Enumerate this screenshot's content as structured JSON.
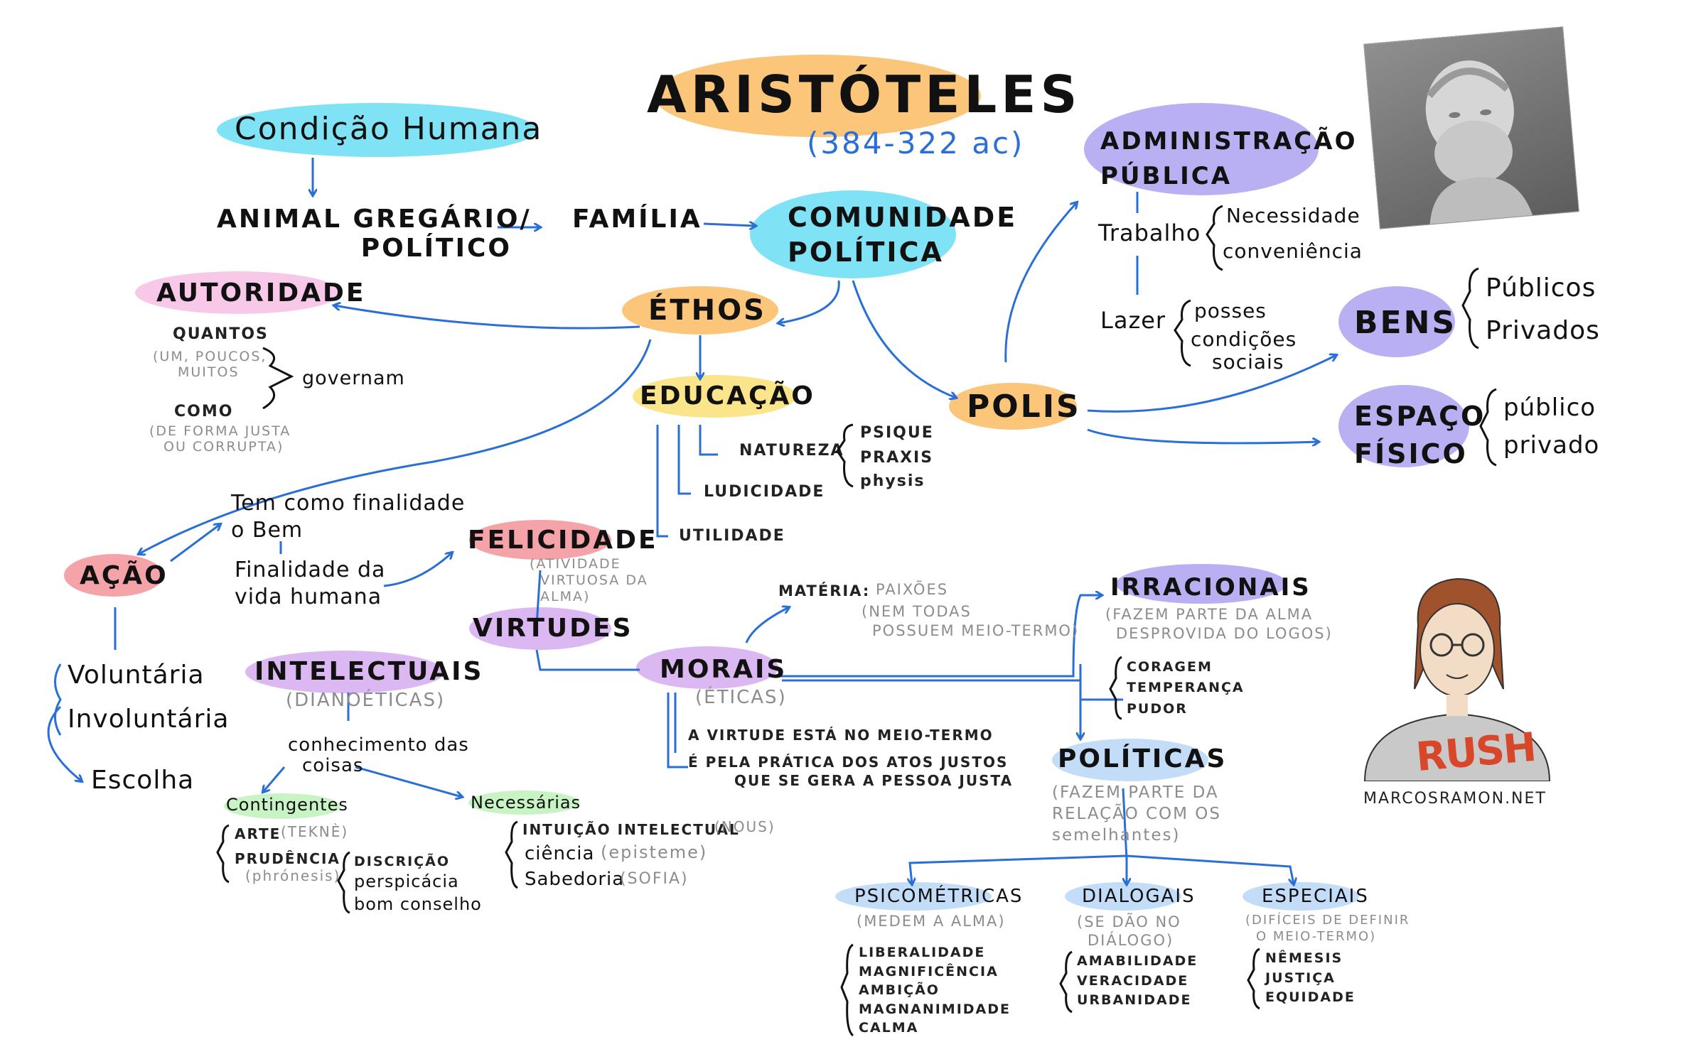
{
  "title": "ARISTÓTELES",
  "dates": "(384-322 ac)",
  "condicao": "Condição Humana",
  "animal_line1": "ANIMAL GREGÁRIO/",
  "animal_line2": "POLÍTICO",
  "familia": "FAMÍLIA",
  "comunidade_line1": "COMUNIDADE",
  "comunidade_line2": "POLÍTICA",
  "ethos": "ÉTHOS",
  "autoridade": {
    "label": "AUTORIDADE",
    "quantos": "QUANTOS",
    "quantos_note1": "(UM, POUCOS,",
    "quantos_note2": "MUITOS",
    "governam": "governam",
    "como": "COMO",
    "como_note1": "(DE FORMA JUSTA",
    "como_note2": "OU CORRUPTA)"
  },
  "educacao": {
    "label": "EDUCAÇÃO",
    "natureza": "NATUREZA",
    "psique": "PSIQUE",
    "praxis": "PRAXIS",
    "physis": "physis",
    "ludicidade": "LUDICIDADE",
    "utilidade": "UTILIDADE"
  },
  "polis": "POLIS",
  "administracao": {
    "line1": "ADMINISTRAÇÃO",
    "line2": "PÚBLICA",
    "trabalho": "Trabalho",
    "necessidade": "Necessidade",
    "conveniencia": "conveniência",
    "lazer": "Lazer",
    "posses": "posses",
    "condicoes": "condições",
    "sociais": "sociais"
  },
  "bens": {
    "label": "BENS",
    "publicos": "Públicos",
    "privados": "Privados"
  },
  "espaco": {
    "line1": "ESPAÇO",
    "line2": "FÍSICO",
    "publico": "público",
    "privado": "privado"
  },
  "acao": {
    "label": "AÇÃO",
    "tem_line1": "Tem como finalidade",
    "tem_line2": "o Bem",
    "fin_line1": "Finalidade da",
    "fin_line2": "vida humana",
    "voluntaria": "Voluntária",
    "involuntaria": "Involuntária",
    "escolha": "Escolha"
  },
  "felicidade": {
    "label": "FELICIDADE",
    "note1": "(ATIVIDADE",
    "note2": "VIRTUOSA DA",
    "note3": "ALMA)"
  },
  "virtudes": "VIRTUDES",
  "intelectuais": {
    "label": "INTELECTUAIS",
    "note": "(DIANOÉTICAS)",
    "conhecimento1": "conhecimento das",
    "conhecimento2": "coisas",
    "contingentes": "Contingentes",
    "arte": "ARTE",
    "arte_note": "(TEKNÈ)",
    "prudencia": "PRUDÊNCIA",
    "prudencia_note": "(phrónesis)",
    "discricao": "DISCRIÇÃO",
    "perspicacia": "perspicácia",
    "bom_conselho": "bom conselho",
    "necessarias": "Necessárias",
    "intuicao": "INTUIÇÃO INTELECTUAL",
    "intuicao_note": "(NOUS)",
    "ciencia": "ciência",
    "ciencia_note": "(episteme)",
    "sabedoria": "Sabedoria",
    "sabedoria_note": "(SOFIA)"
  },
  "morais": {
    "label": "MORAIS",
    "note": "(ÉTICAS)",
    "materia": "MATÉRIA:",
    "paixoes": "PAIXÕES",
    "paixoes_note1": "(NEM TODAS",
    "paixoes_note2": "POSSUEM MEIO-TERMO)",
    "meio_termo": "A VIRTUDE ESTÁ NO MEIO-TERMO",
    "pratica1": "É PELA PRÁTICA DOS ATOS JUSTOS",
    "pratica2": "QUE SE GERA A PESSOA JUSTA"
  },
  "irracionais": {
    "label": "IRRACIONAIS",
    "note1": "(FAZEM PARTE DA ALMA",
    "note2": "DESPROVIDA DO LOGOS)",
    "items": [
      "CORAGEM",
      "TEMPERANÇA",
      "PUDOR"
    ]
  },
  "politicas": {
    "label": "POLÍTICAS",
    "note1": "(FAZEM PARTE DA",
    "note2": "RELAÇÃO COM OS",
    "note3": "semelhantes)"
  },
  "psicometricas": {
    "label": "PSICOMÉTRICAS",
    "note": "(MEDEM A ALMA)",
    "items": [
      "LIBERALIDADE",
      "MAGNIFICÊNCIA",
      "AMBIÇÃO",
      "MAGNANIMIDADE",
      "CALMA"
    ]
  },
  "dialogais": {
    "label": "DIALOGAIS",
    "note1": "(SE DÃO NO",
    "note2": "DIÁLOGO)",
    "items": [
      "AMABILIDADE",
      "VERACIDADE",
      "URBANIDADE"
    ]
  },
  "especiais": {
    "label": "ESPECIAIS",
    "note1": "(DIFÍCEIS DE DEFINIR",
    "note2": "O MEIO-TERMO)",
    "items": [
      "NÊMESIS",
      "JUSTIÇA",
      "EQUIDADE"
    ]
  },
  "author_logo": "MARCOSRAMON.NET",
  "shirt_logo": "RUSH",
  "colors": {
    "orange": "#fbc57a",
    "cyan": "#7fe3f5",
    "pink": "#f7c8e8",
    "yellow": "#fbe58a",
    "lavender": "#b9b0f3",
    "red": "#f4a3a8",
    "violet": "#dcb8f2",
    "green": "#c8f3c4",
    "lightblue": "#c3dcf7",
    "arrow": "#2a6fd6"
  }
}
